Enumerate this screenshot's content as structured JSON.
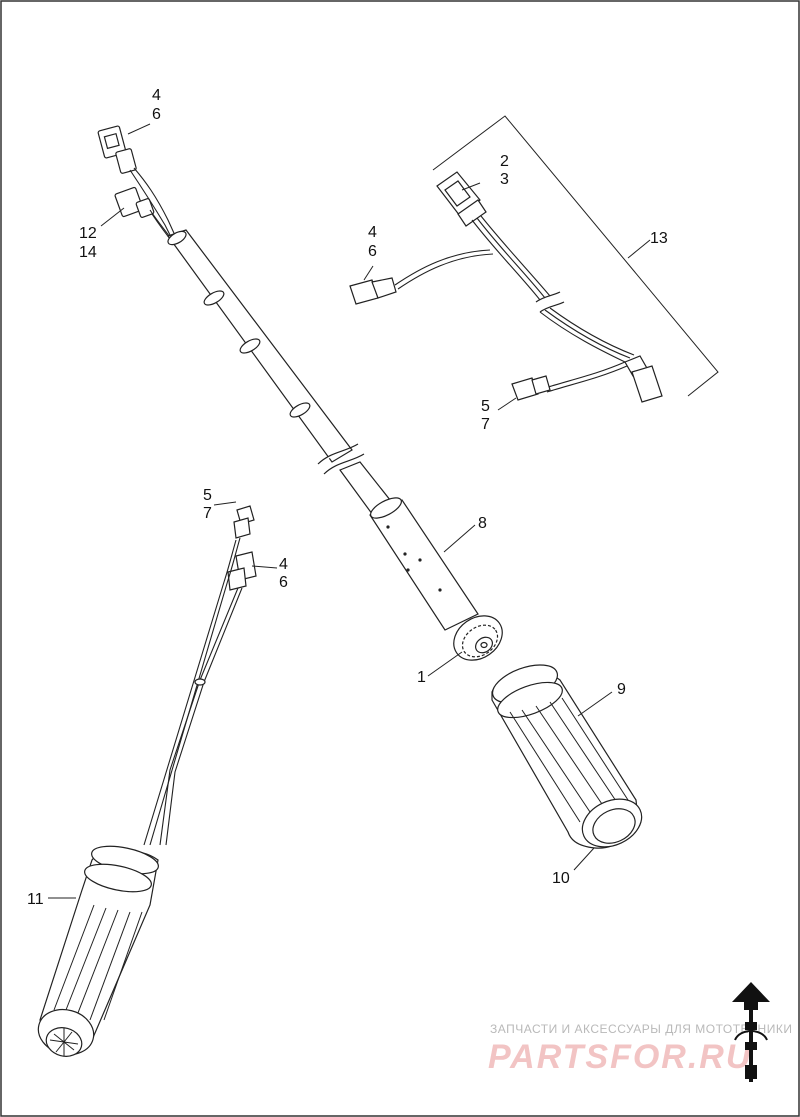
{
  "callouts": [
    {
      "id": "c-4-6-top",
      "lines": [
        "4",
        "6"
      ]
    },
    {
      "id": "c-12-14",
      "lines": [
        "12",
        "14"
      ]
    },
    {
      "id": "c-2-3",
      "lines": [
        "2",
        "3"
      ]
    },
    {
      "id": "c-13",
      "lines": [
        "13"
      ]
    },
    {
      "id": "c-4-6-right",
      "lines": [
        "4",
        "6"
      ]
    },
    {
      "id": "c-5-7-right",
      "lines": [
        "5",
        "7"
      ]
    },
    {
      "id": "c-8",
      "lines": [
        "8"
      ]
    },
    {
      "id": "c-5-7-left",
      "lines": [
        "5",
        "7"
      ]
    },
    {
      "id": "c-4-6-left",
      "lines": [
        "4",
        "6"
      ]
    },
    {
      "id": "c-1",
      "lines": [
        "1"
      ]
    },
    {
      "id": "c-9",
      "lines": [
        "9"
      ]
    },
    {
      "id": "c-10",
      "lines": [
        "10"
      ]
    },
    {
      "id": "c-11",
      "lines": [
        "11"
      ]
    }
  ],
  "watermark": {
    "caption": "ЗАПЧАСТИ И АКСЕССУАРЫ ДЛЯ МОТОТЕХНИКИ",
    "logo": "PARTSFOR.RU"
  },
  "icons": {
    "orientation": "up-arrow-icon"
  },
  "colors": {
    "line": "#222222",
    "watermark_logo": "#e06060",
    "watermark_text": "#9a9a9a"
  }
}
